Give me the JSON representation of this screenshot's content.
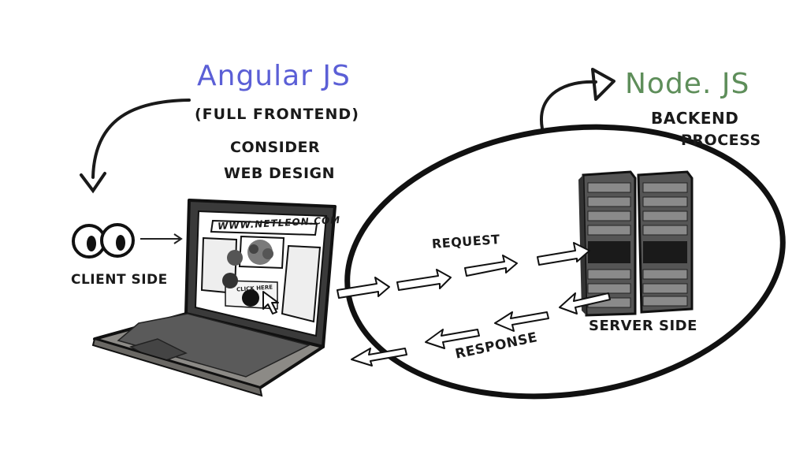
{
  "frontend": {
    "title": "Angular JS",
    "subtitle": "(FULL FRONTEND)",
    "consider": "CONSIDER",
    "web_design": "WEB DESIGN",
    "title_color": "#5b5fd6"
  },
  "backend": {
    "title": "Node. JS",
    "label": "BACKEND",
    "process": "PROCESS",
    "title_color": "#5e8e5a"
  },
  "client": {
    "label": "CLIENT SIDE"
  },
  "server": {
    "label": "SERVER SIDE"
  },
  "flow": {
    "request": "REQUEST",
    "response": "RESPONSE"
  },
  "laptop_screen": {
    "url": "WWW.NETLEON.COM",
    "button": "CLICK HERE"
  },
  "icons": [
    "eyes-icon",
    "laptop-icon",
    "server-rack-icon",
    "cursor-icon",
    "curved-arrow-icon"
  ]
}
